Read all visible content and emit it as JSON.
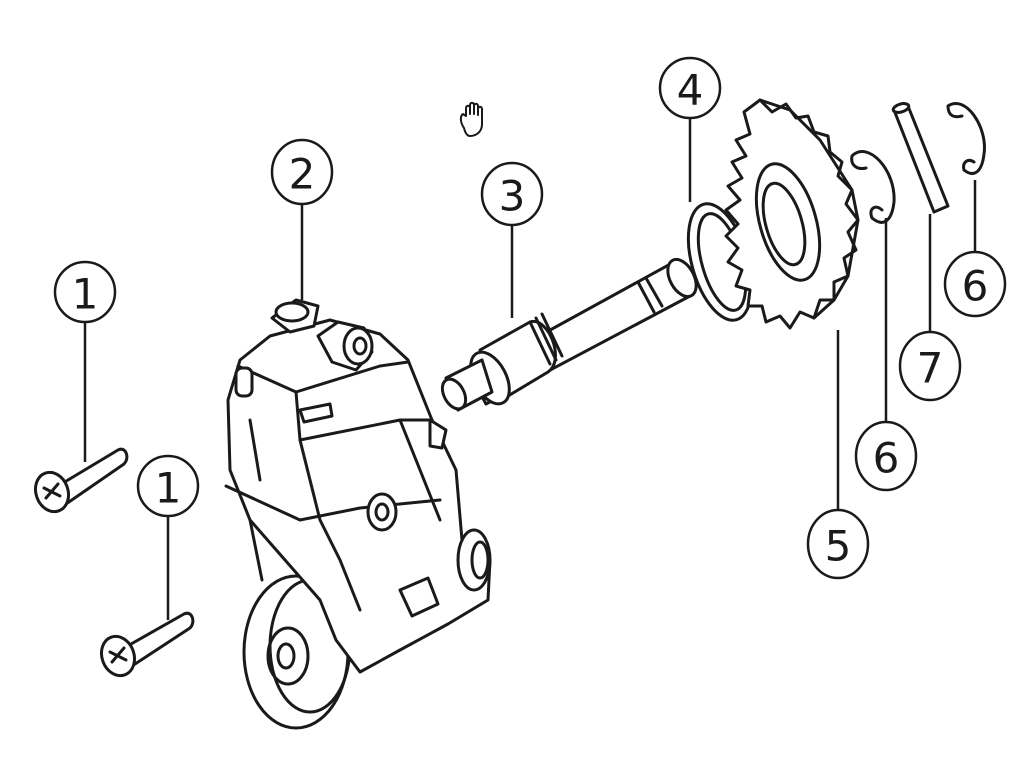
{
  "diagram": {
    "callouts": [
      {
        "id": "c1a",
        "label": "1"
      },
      {
        "id": "c1b",
        "label": "1"
      },
      {
        "id": "c2",
        "label": "2"
      },
      {
        "id": "c3",
        "label": "3"
      },
      {
        "id": "c4",
        "label": "4"
      },
      {
        "id": "c5",
        "label": "5"
      },
      {
        "id": "c6a",
        "label": "6"
      },
      {
        "id": "c6b",
        "label": "6"
      },
      {
        "id": "c7",
        "label": "7"
      }
    ],
    "cursor_icon": "hand-grab-icon"
  }
}
